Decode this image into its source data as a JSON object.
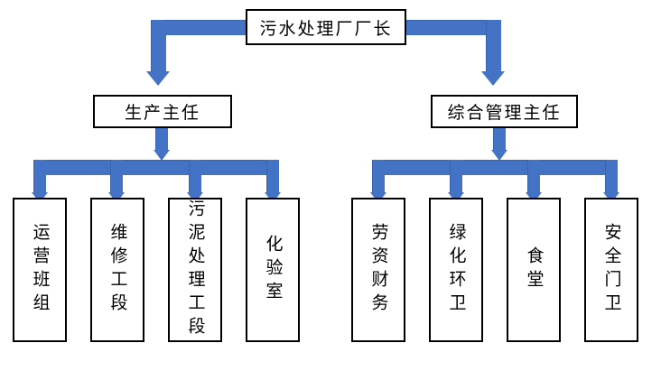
{
  "diagram": {
    "type": "organizational-chart",
    "title_text": "污水处理厂厂长",
    "root": {
      "label": "污水处理厂厂长",
      "orientation": "horizontal"
    },
    "level2": [
      {
        "label": "生产主任",
        "orientation": "horizontal",
        "side": "left"
      },
      {
        "label": "综合管理主任",
        "orientation": "horizontal",
        "side": "right"
      }
    ],
    "level3_left": [
      {
        "label": "运营班组",
        "orientation": "vertical"
      },
      {
        "label": "维修工段",
        "orientation": "vertical"
      },
      {
        "label": "污泥处理工段",
        "orientation": "vertical"
      },
      {
        "label": "化验室",
        "orientation": "vertical"
      }
    ],
    "level3_right": [
      {
        "label": "劳资财务",
        "orientation": "vertical"
      },
      {
        "label": "绿化环卫",
        "orientation": "vertical"
      },
      {
        "label": "食堂",
        "orientation": "vertical"
      },
      {
        "label": "安全门卫",
        "orientation": "vertical"
      }
    ],
    "colors": {
      "connector": "#4472C4",
      "connector_shade": "#3A63AE",
      "box_border": "#000000",
      "box_fill": "#FFFFFF",
      "text": "#000000",
      "background": "#FFFFFF"
    }
  }
}
